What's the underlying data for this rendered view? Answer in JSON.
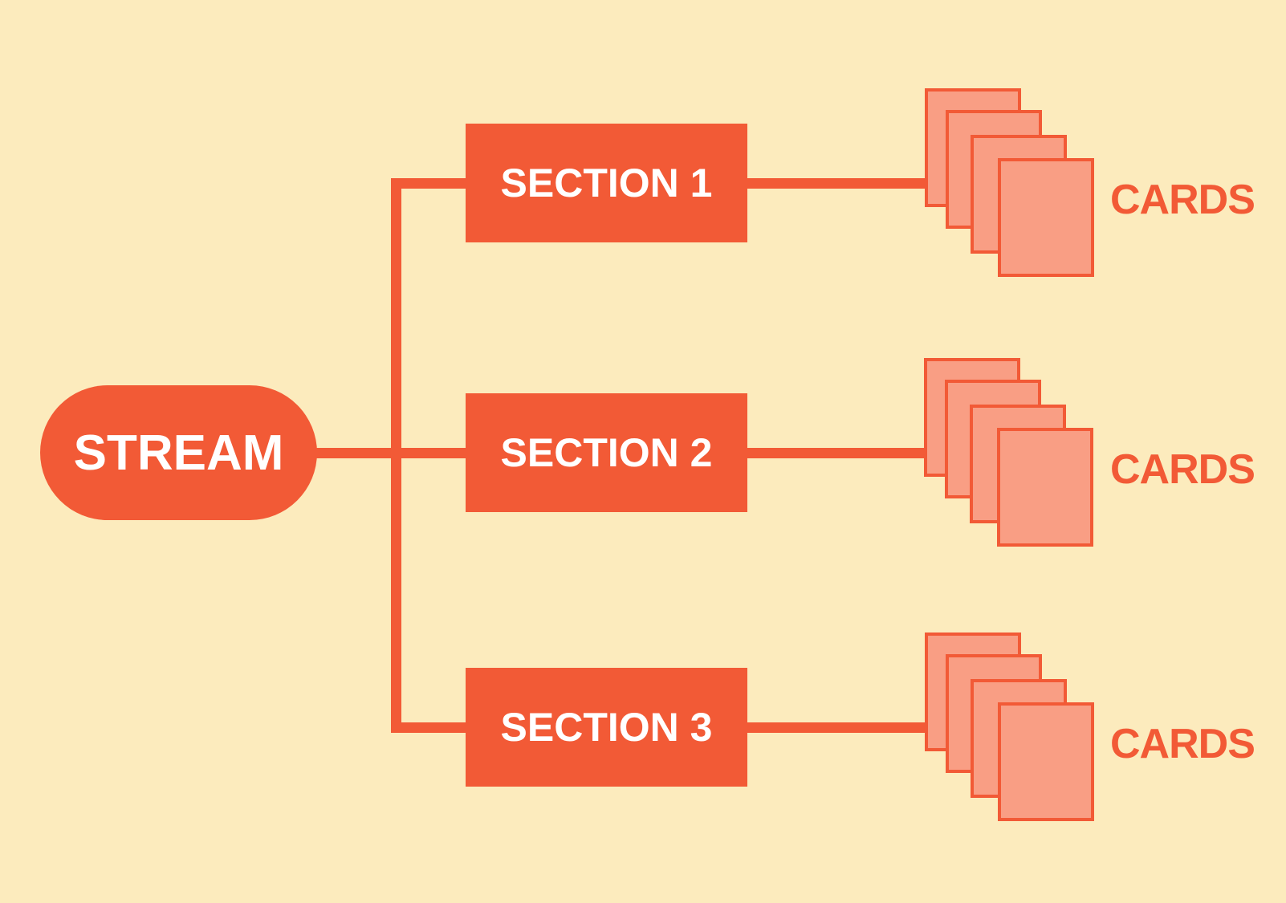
{
  "stream": {
    "label": "STREAM"
  },
  "rows": [
    {
      "section_label": "SECTION 1",
      "cards_label": "CARDS",
      "card_count": 4
    },
    {
      "section_label": "SECTION 2",
      "cards_label": "CARDS",
      "card_count": 4
    },
    {
      "section_label": "SECTION 3",
      "cards_label": "CARDS",
      "card_count": 4
    }
  ],
  "colors": {
    "background": "#FCEBBD",
    "primary_orange": "#F25A36",
    "card_fill": "#F99E84",
    "node_text": "#FFFFFF"
  }
}
